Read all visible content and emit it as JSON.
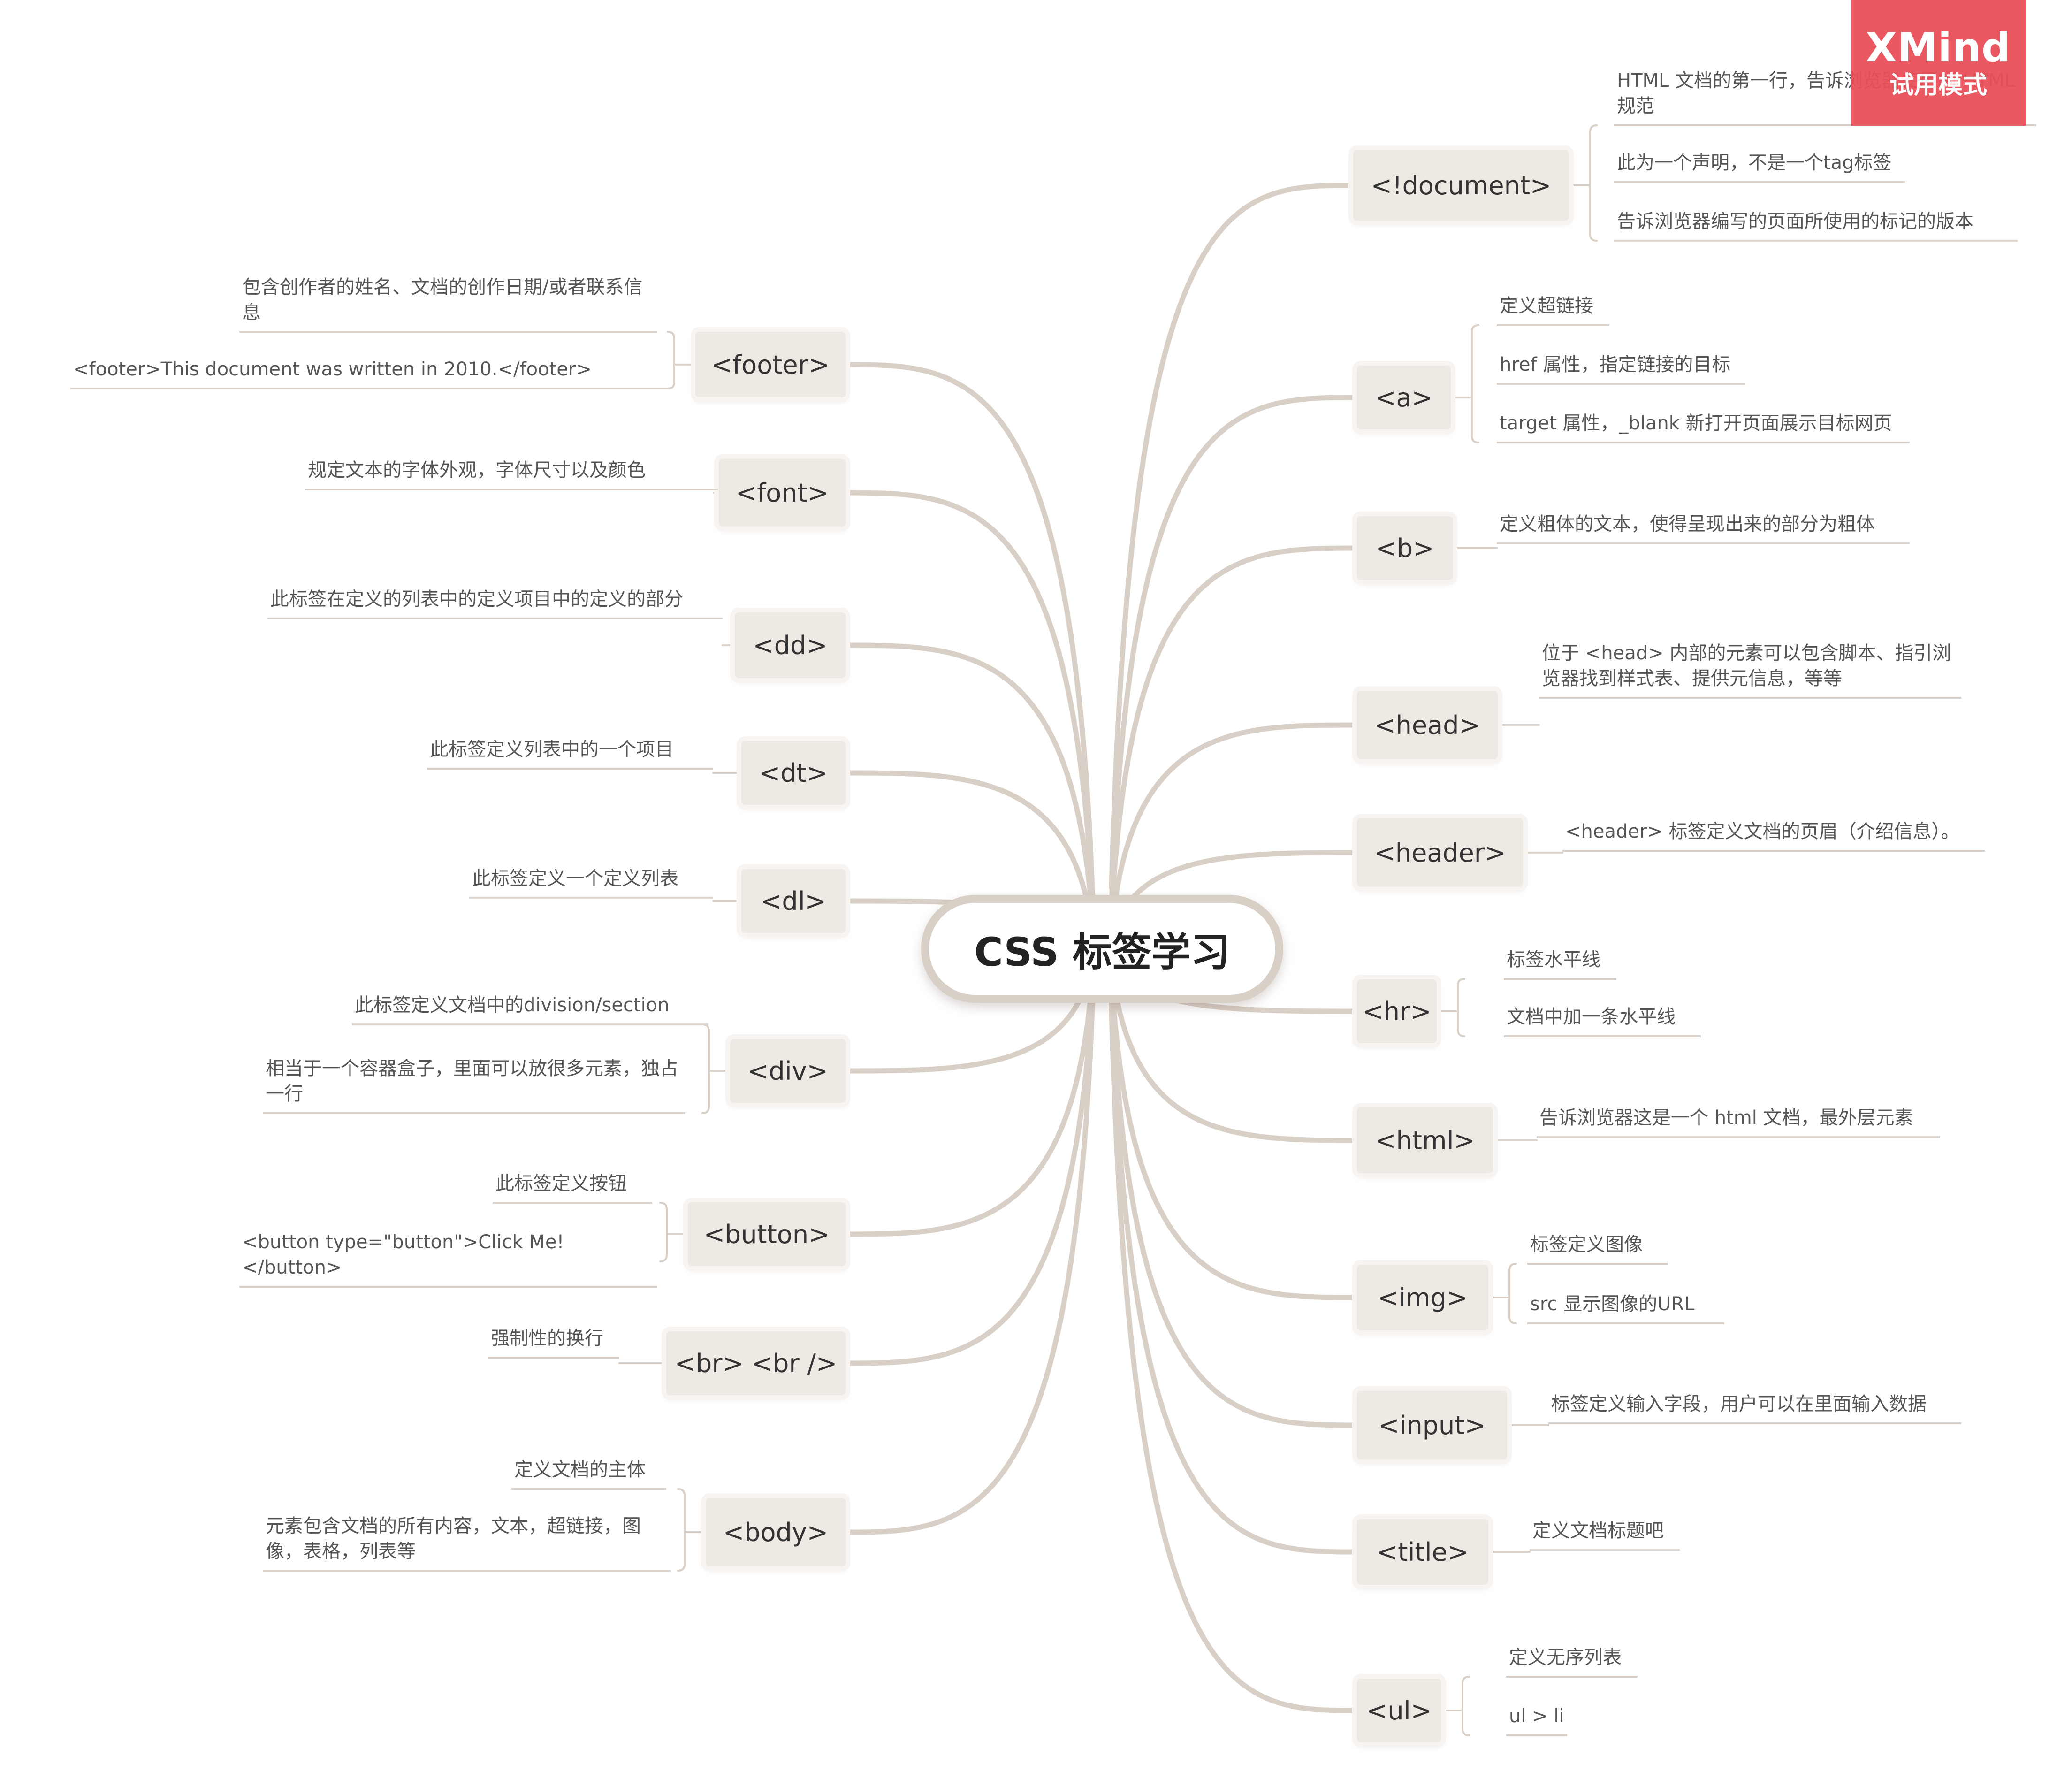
{
  "center": {
    "label": "CSS 标签学习"
  },
  "watermark": {
    "brand": "XMind",
    "mode": "试用模式"
  },
  "colors": {
    "branch": "#d8cfc6",
    "node_fill": "#efe9e4",
    "text": "#333333",
    "note_text": "#555555",
    "badge": "#e9505a"
  },
  "right_branches": [
    {
      "tag": "<!document>",
      "notes": [
        "HTML 文档的第一行，告诉浏览器使用的 HTML 规范",
        "此为一个声明，不是一个tag标签",
        "告诉浏览器编写的页面所使用的标记的版本"
      ]
    },
    {
      "tag": "<a>",
      "notes": [
        "定义超链接",
        "href  属性，指定链接的目标",
        "target 属性，_blank 新打开页面展示目标网页"
      ]
    },
    {
      "tag": "<b>",
      "notes": [
        "定义粗体的文本，使得呈现出来的部分为粗体"
      ]
    },
    {
      "tag": "<head>",
      "notes": [
        "位于 <head> 内部的元素可以包含脚本、指引浏览器找到样式表、提供元信息，等等"
      ]
    },
    {
      "tag": "<header>",
      "notes": [
        "<header> 标签定义文档的页眉（介绍信息）。"
      ]
    },
    {
      "tag": "<hr>",
      "notes": [
        "标签水平线",
        "文档中加一条水平线"
      ]
    },
    {
      "tag": "<html>",
      "notes": [
        "告诉浏览器这是一个 html 文档，最外层元素"
      ]
    },
    {
      "tag": "<img>",
      "notes": [
        "标签定义图像",
        "src 显示图像的URL"
      ]
    },
    {
      "tag": "<input>",
      "notes": [
        "标签定义输入字段，用户可以在里面输入数据"
      ]
    },
    {
      "tag": "<title>",
      "notes": [
        "定义文档标题吧"
      ]
    },
    {
      "tag": "<ul>",
      "notes": [
        "定义无序列表",
        "ul > li"
      ]
    }
  ],
  "left_branches": [
    {
      "tag": "<footer>",
      "notes": [
        "包含创作者的姓名、文档的创作日期/或者联系信息",
        "<footer>This document was written in 2010.</footer>"
      ]
    },
    {
      "tag": "<font>",
      "notes": [
        "规定文本的字体外观，字体尺寸以及颜色"
      ]
    },
    {
      "tag": "<dd>",
      "notes": [
        "此标签在定义的列表中的定义项目中的定义的部分"
      ]
    },
    {
      "tag": "<dt>",
      "notes": [
        "此标签定义列表中的一个项目"
      ]
    },
    {
      "tag": "<dl>",
      "notes": [
        "此标签定义一个定义列表"
      ]
    },
    {
      "tag": "<div>",
      "notes": [
        "此标签定义文档中的division/section",
        "相当于一个容器盒子，里面可以放很多元素，独占一行"
      ]
    },
    {
      "tag": "<button>",
      "notes": [
        "此标签定义按钮",
        "<button type=\"button\">Click Me!</button>"
      ]
    },
    {
      "tag": "<br> <br />",
      "notes": [
        "强制性的换行"
      ]
    },
    {
      "tag": "<body>",
      "notes": [
        "定义文档的主体",
        "元素包含文档的所有内容，文本，超链接，图像，表格，列表等"
      ]
    }
  ]
}
